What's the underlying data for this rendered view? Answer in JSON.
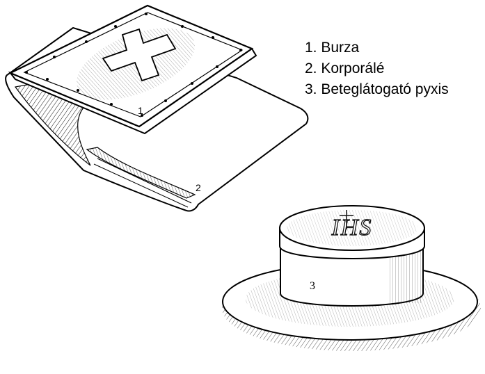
{
  "legend": {
    "items": [
      {
        "number": "1.",
        "label": "Burza"
      },
      {
        "number": "2.",
        "label": "Korporálé"
      },
      {
        "number": "3.",
        "label": "Beteglátogató pyxis"
      }
    ]
  },
  "callouts": {
    "burse": "1",
    "corporal": "2",
    "pyx": "3"
  },
  "engraving": {
    "monogram": "IHS"
  },
  "colors": {
    "ink": "#000000",
    "paper": "#ffffff"
  }
}
